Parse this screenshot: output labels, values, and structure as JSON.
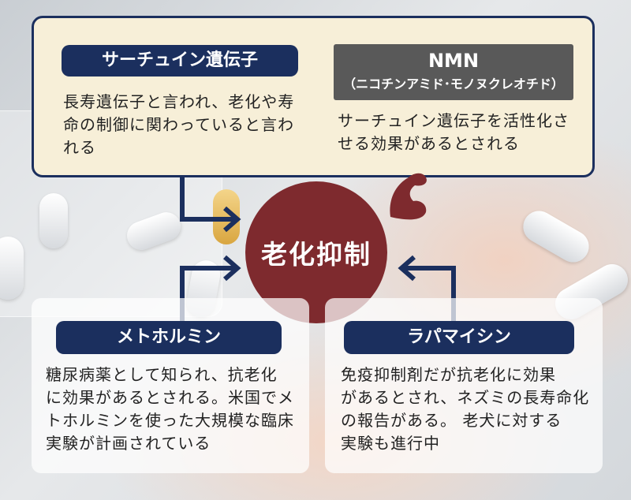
{
  "top": {
    "sirtuin": {
      "title": "サーチュイン遺伝子",
      "desc_lines": [
        "長寿遺伝子と言われ、老化や寿",
        "命の制御に関わっていると言わ",
        "れる"
      ]
    },
    "nmn": {
      "title": "NMN",
      "subtitle": "（ニコチンアミド･モノヌクレオチド）",
      "desc_lines": [
        "サーチュイン遺伝子を活性化さ",
        "せる効果があるとされる"
      ]
    }
  },
  "center": {
    "label": "老化抑制",
    "accent_color": "#7e2a2e"
  },
  "metformin": {
    "title": "メトホルミン",
    "desc_lines": [
      "糖尿病薬として知られ、抗老化",
      "に効果があるとされる。米国でメ",
      "トホルミンを使った大規模な臨床",
      "実験が計画されている"
    ]
  },
  "rapamycin": {
    "title": "ラパマイシン",
    "desc_lines": [
      "免疫抑制剤だが抗老化に効果",
      "があるとされ、ネズミの長寿命化",
      "の報告がある。 老犬に対する",
      "実験も進行中"
    ]
  },
  "colors": {
    "navy": "#1b2f5e",
    "grey": "#595959",
    "panel": "#f7efd8"
  },
  "icons": {
    "arrow": "left-arrow-icon",
    "muscle": "flexed-arm-icon"
  }
}
